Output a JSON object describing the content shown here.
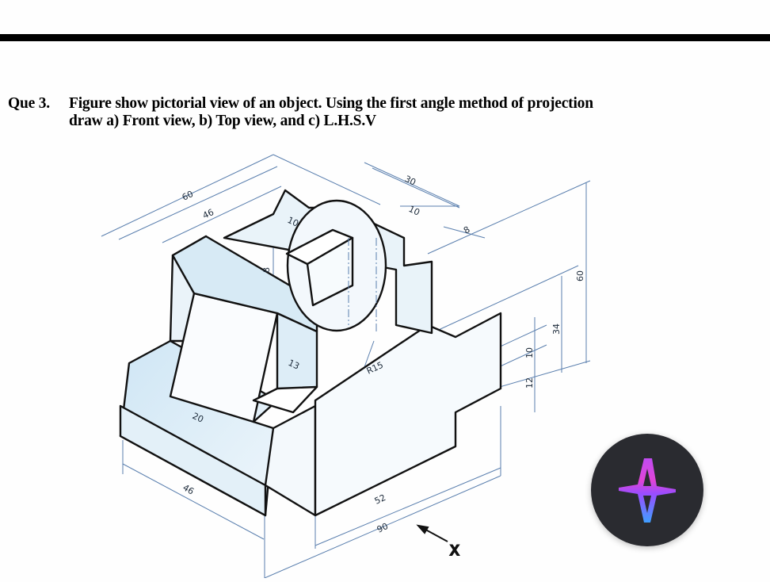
{
  "question": {
    "label": "Que 3.",
    "line1": "Figure show pictorial view of an object. Using the first angle method of projection",
    "line2": "draw a) Front view, b) Top view, and c) L.H.S.V"
  },
  "figure": {
    "description": "Isometric pictorial view of an object with dimensions",
    "dimensions": {
      "d60_top": "60",
      "d46_top": "46",
      "d30": "30",
      "d10_right": "10",
      "d10_slot": "10",
      "d8_right": "8",
      "d8_vertical": "8",
      "d13": "13",
      "r15": "R15",
      "d20": "20",
      "d46_bottom": "46",
      "d52": "52",
      "d90": "90",
      "d60_height": "60",
      "d34": "34",
      "d10_height": "10",
      "d12": "12"
    },
    "view_direction_label": "X"
  },
  "assistant_button": {
    "icon": "sparkle-star-icon",
    "colors": {
      "background": "#2a2b30",
      "gradient_top": "#e040d0",
      "gradient_mid": "#9a4dff",
      "gradient_bottom": "#3fa0ff"
    }
  }
}
